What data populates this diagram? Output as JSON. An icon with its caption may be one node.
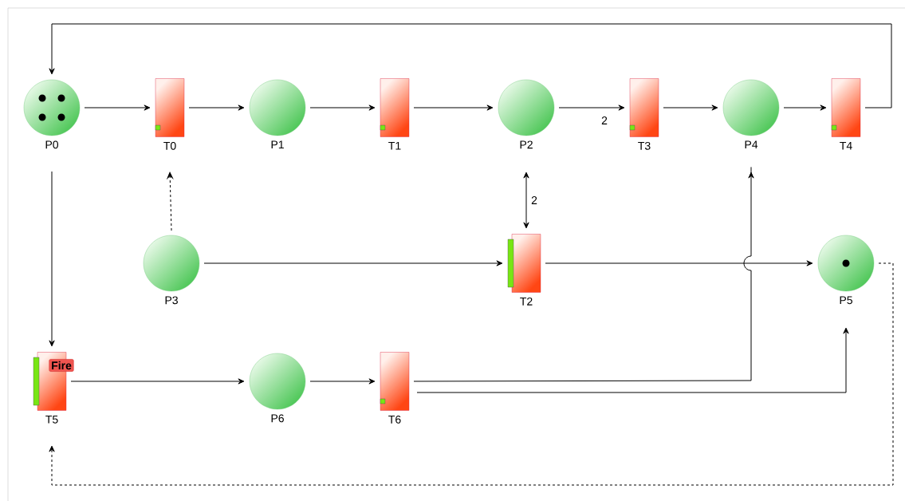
{
  "diagram": {
    "nodes": [
      {
        "text": [],
        "shape": "circle",
        "beside": [
          "P0"
        ]
      },
      {
        "text": [],
        "shape": "box",
        "beside": [
          "T0"
        ]
      },
      {
        "text": [],
        "shape": "circle",
        "beside": [
          "P1"
        ]
      },
      {
        "text": [],
        "shape": "box",
        "beside": [
          "T1"
        ]
      },
      {
        "text": [],
        "shape": "circle",
        "beside": [
          "P2"
        ]
      },
      {
        "text": [],
        "shape": "box",
        "beside": [
          "T3"
        ]
      },
      {
        "text": [],
        "shape": "circle",
        "beside": [
          "P4"
        ]
      },
      {
        "text": [],
        "shape": "box",
        "beside": [
          "T4"
        ]
      },
      {
        "text": [],
        "shape": "circle",
        "beside": [
          "P3"
        ]
      },
      {
        "text": [],
        "shape": "box",
        "beside": [
          "T2"
        ]
      },
      {
        "text": [],
        "shape": "circle",
        "beside": [
          "P5"
        ]
      },
      {
        "text": [],
        "shape": "box",
        "beside": [
          "T5"
        ]
      },
      {
        "text": [],
        "shape": "circle",
        "beside": [
          "P6"
        ]
      },
      {
        "text": [],
        "shape": "box",
        "beside": [
          "T6"
        ]
      }
    ],
    "edges": [
      {
        "from": 0,
        "to": 1,
        "arrow": "to"
      },
      {
        "from": 1,
        "to": 2,
        "arrow": "to"
      },
      {
        "from": 2,
        "to": 3,
        "arrow": "to"
      },
      {
        "from": 3,
        "to": 4,
        "arrow": "to"
      },
      {
        "from": 4,
        "to": 5,
        "arrow": "to",
        "label": "2"
      },
      {
        "from": 5,
        "to": 6,
        "arrow": "to"
      },
      {
        "from": 6,
        "to": 7,
        "arrow": "to"
      },
      {
        "from": 7,
        "to": 0,
        "arrow": "to"
      },
      {
        "from": 8,
        "to": 1,
        "arrow": "to",
        "style": "dashed"
      },
      {
        "from": 4,
        "to": 9,
        "arrow": "both",
        "label": "2"
      },
      {
        "from": 8,
        "to": 9,
        "arrow": "to"
      },
      {
        "from": 9,
        "to": 10,
        "arrow": "to"
      },
      {
        "from": 0,
        "to": 11,
        "arrow": "to"
      },
      {
        "from": 11,
        "to": 12,
        "arrow": "to"
      },
      {
        "from": 12,
        "to": 13,
        "arrow": "to"
      },
      {
        "from": 13,
        "to": 6,
        "arrow": "to"
      },
      {
        "from": 13,
        "to": 10,
        "arrow": "to"
      },
      {
        "from": 10,
        "to": 11,
        "arrow": "to",
        "style": "dashed"
      }
    ],
    "labels": [
      "Fire"
    ]
  }
}
